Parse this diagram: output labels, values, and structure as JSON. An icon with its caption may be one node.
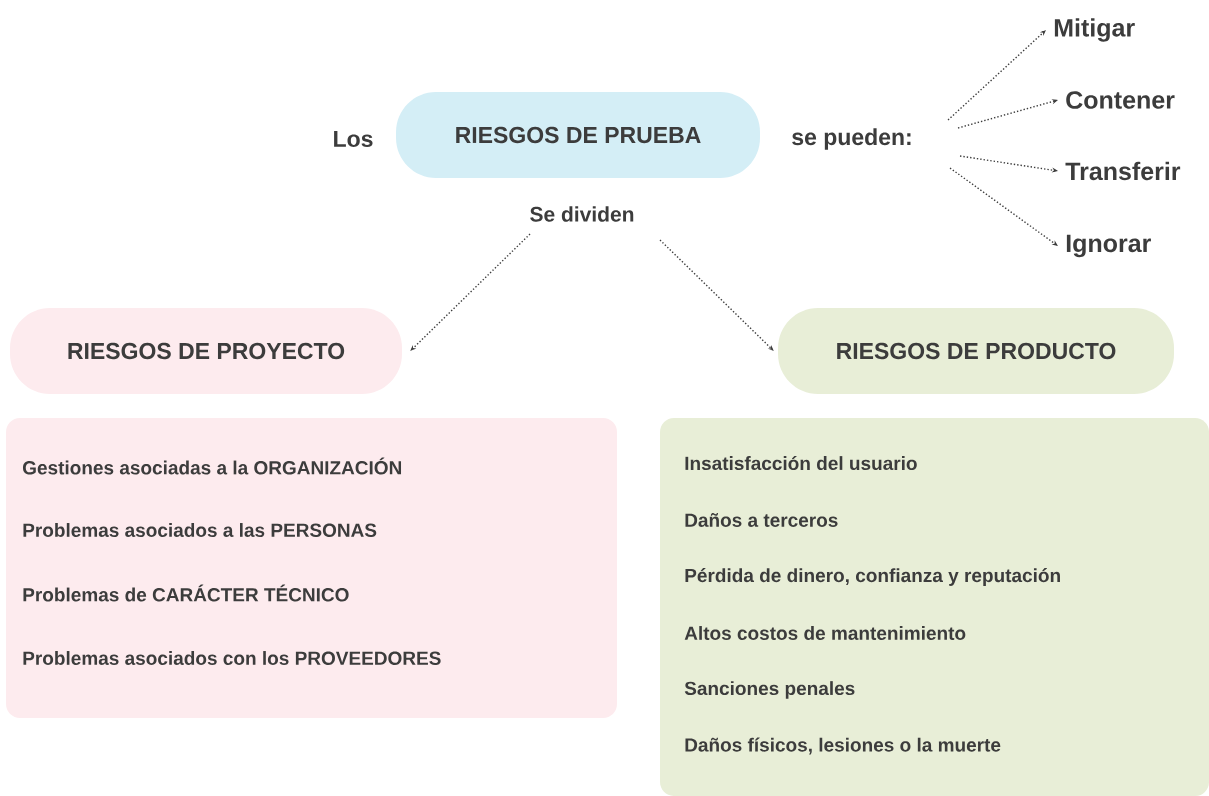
{
  "diagram": {
    "nodes": [
      {
        "text": [
          "RIESGOS DE PRUEBA"
        ]
      },
      {
        "text": [
          "se pueden:"
        ]
      },
      {
        "text": [
          "Mitigar"
        ]
      },
      {
        "text": [
          "Contener"
        ]
      },
      {
        "text": [
          "Transferir"
        ]
      },
      {
        "text": [
          "Ignorar"
        ]
      },
      {
        "text": [
          "Se dividen"
        ]
      },
      {
        "text": [
          "RIESGOS DE PROYECTO"
        ]
      },
      {
        "text": [
          "RIESGOS DE PRODUCTO"
        ]
      },
      {
        "text": [
          "Gestiones asociadas a la ORGANIZACIÓN",
          "Problemas asociados a las PERSONAS",
          "Problemas de CARÁCTER TÉCNICO",
          "Problemas asociados con los PROVEEDORES"
        ]
      },
      {
        "text": [
          "Insatisfacción del usuario",
          "Daños a terceros",
          "Pérdida de dinero, confianza y reputación",
          "Altos costos de mantenimiento",
          "Sanciones penales",
          "Daños físicos, lesiones o la muerte"
        ]
      }
    ],
    "edges": [
      {
        "from": 1,
        "to": 2,
        "arrow": "to"
      },
      {
        "from": 1,
        "to": 3,
        "arrow": "to"
      },
      {
        "from": 1,
        "to": 4,
        "arrow": "to"
      },
      {
        "from": 1,
        "to": 5,
        "arrow": "to"
      },
      {
        "from": 6,
        "to": 7,
        "arrow": "to"
      },
      {
        "from": 6,
        "to": 8,
        "arrow": "to"
      }
    ],
    "labels": [
      "Los"
    ]
  }
}
